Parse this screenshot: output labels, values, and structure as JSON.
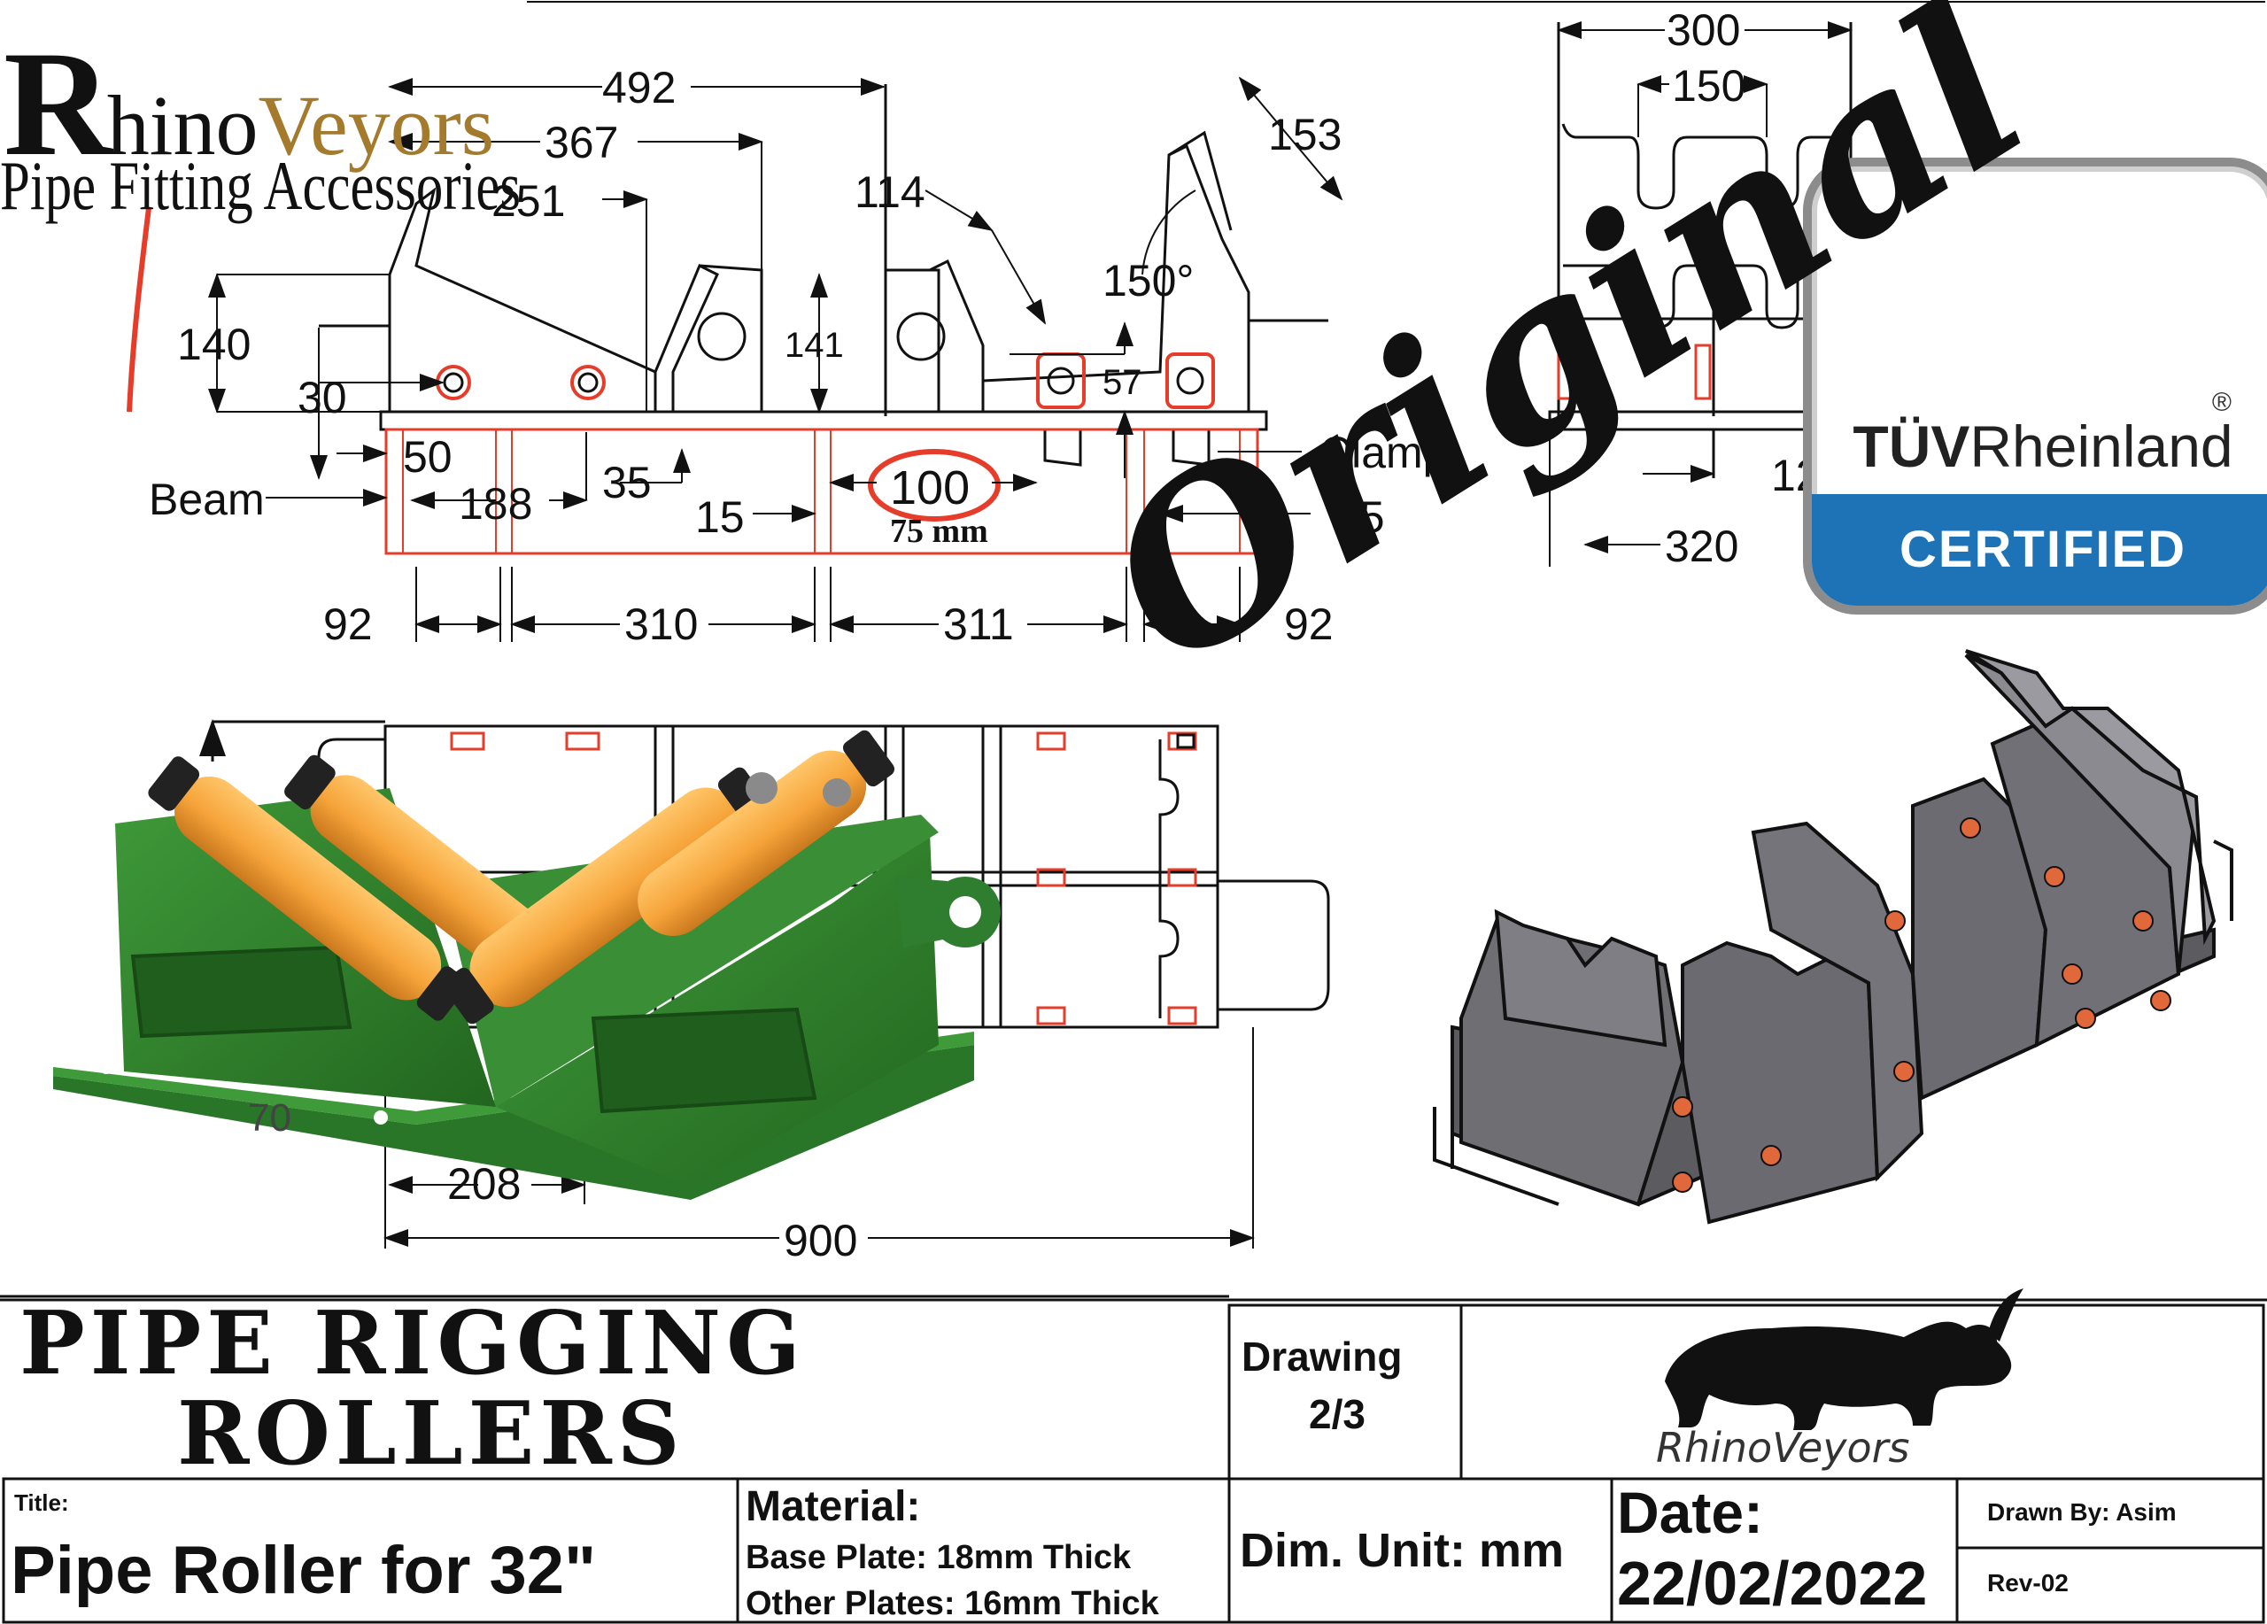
{
  "brand": {
    "name_r": "R",
    "name_hino": "hino",
    "name_veyors": "Veyors",
    "subtitle": "Pipe Fitting Accessories",
    "logo_text": "RhinoVeyors",
    "colors": {
      "gold": "#a47a2c",
      "roller_orange": "#f6a43a",
      "frame_green": "#2f7d2f",
      "steel_gray": "#6e6e73",
      "dim_red": "#e63c2a",
      "tuv_blue": "#1e73b6"
    }
  },
  "dimensions": {
    "d492": "492",
    "d367": "367",
    "d251": "251",
    "d114": "114",
    "d153": "153",
    "d150deg": "150°",
    "d140": "140",
    "d141": "141",
    "d30": "30",
    "d57": "57",
    "d50": "50",
    "d188": "188",
    "d35": "35",
    "d15a": "15",
    "d100": "100",
    "d75mm": "75 mm",
    "d15b": "15",
    "d92a": "92",
    "d310": "310",
    "d311": "311",
    "d92b": "92",
    "d300": "300",
    "d150": "150",
    "d126": "126",
    "d320": "320",
    "d208": "208",
    "d900": "900",
    "d70": "70",
    "beam": "Beam",
    "clamp": "Clamp"
  },
  "certification": {
    "name_a": "TÜV",
    "name_b": "Rheinland",
    "registered": "®",
    "badge": "CERTIFIED"
  },
  "signature": "Original",
  "product_title": {
    "line1": "PIPE RIGGING",
    "line2": "ROLLERS"
  },
  "title_block": {
    "drawing_label": "Drawing",
    "drawing_number": "2/3",
    "title_label": "Title:",
    "title_value": "Pipe Roller for 32\"",
    "material_label": "Material:",
    "material_line1": "Base Plate: 18mm Thick",
    "material_line2": "Other Plates: 16mm Thick",
    "dim_unit": "Dim. Unit: mm",
    "date_label": "Date:",
    "date_value": "22/02/2022",
    "drawn_by": "Drawn By: Asim",
    "revision": "Rev-02"
  }
}
